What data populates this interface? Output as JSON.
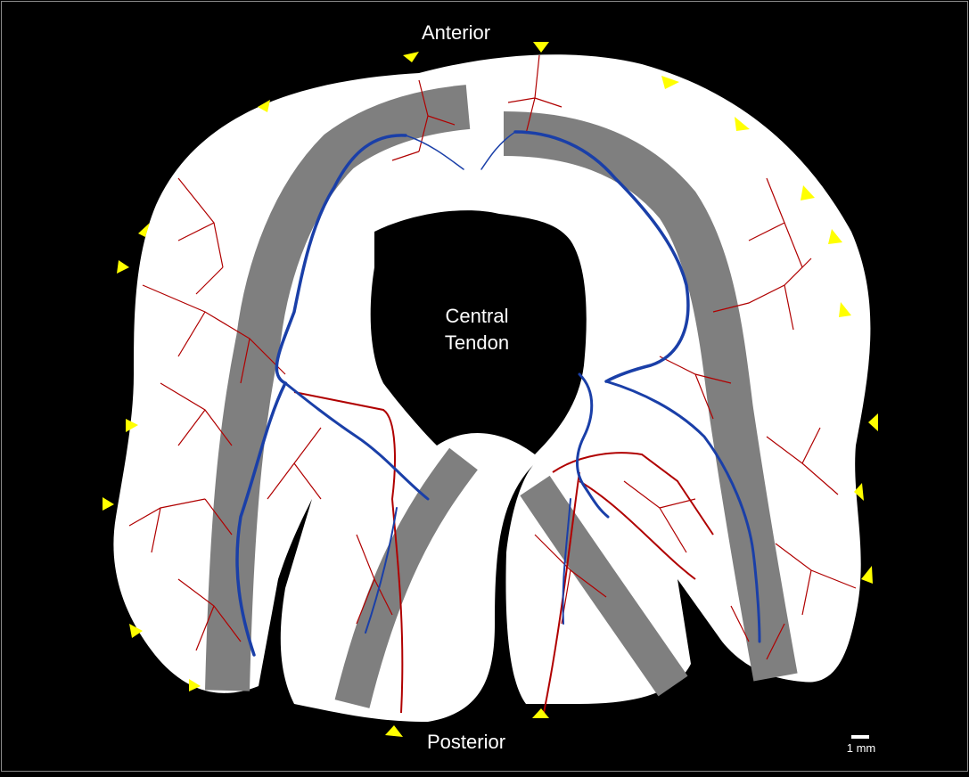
{
  "labels": {
    "anterior": "Anterior",
    "posterior": "Posterior",
    "central_line1": "Central",
    "central_line2": "Tendon"
  },
  "scale": {
    "label": "1 mm"
  },
  "colors": {
    "background": "#000000",
    "muscle": "#ffffff",
    "band": "#7f7f7f",
    "artery": "#b00000",
    "vein": "#1a3fa8",
    "marker": "#ffff00"
  }
}
